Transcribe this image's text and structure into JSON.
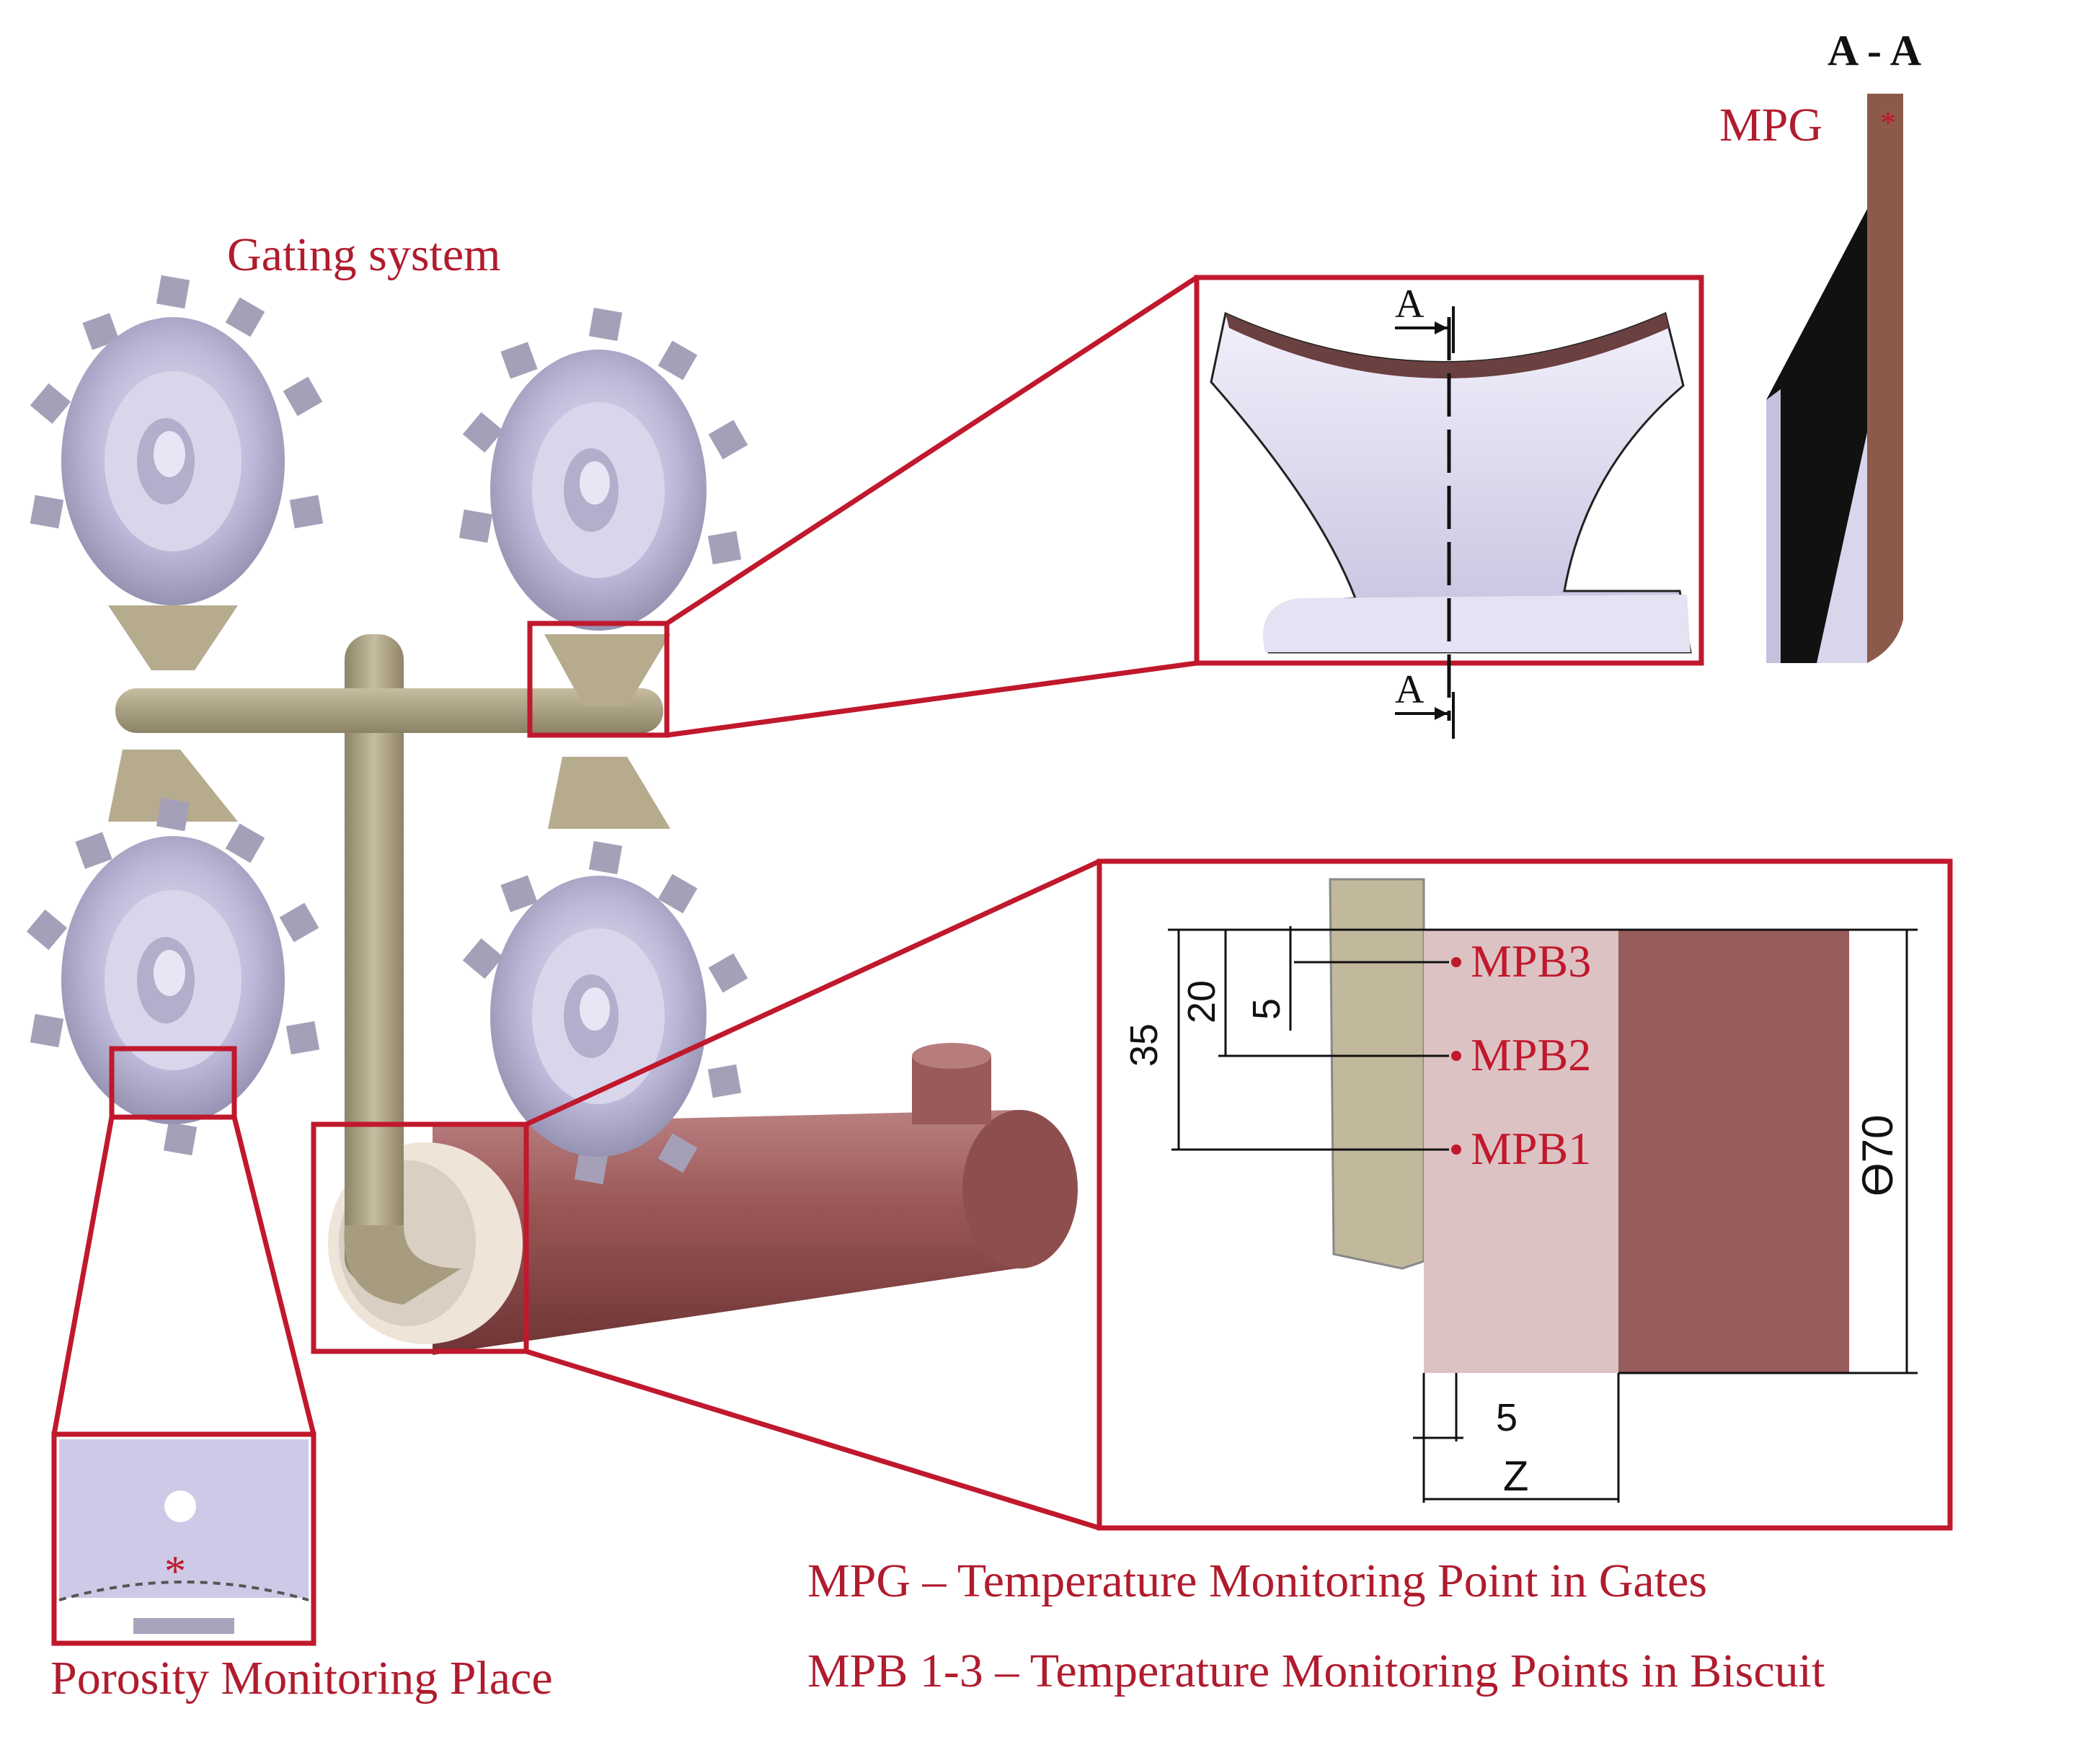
{
  "labels": {
    "gating_system": "Gating system",
    "section": "A - A",
    "mpg": "MPG",
    "cut_marker_top": "A",
    "cut_marker_bottom": "A",
    "porosity": "Porosity Monitoring Place",
    "legend_mpg": "MPG – Temperature Monitoring Point in Gates",
    "legend_mpb": "MPB 1-3 – Temperature Monitoring Points in Biscuit"
  },
  "biscuit_detail": {
    "points": [
      "MPB3",
      "MPB2",
      "MPB1"
    ],
    "dims": {
      "d35": "35",
      "d20": "20",
      "d5_vertical": "5",
      "diameter": "ϴ70",
      "d5_horizontal": "5",
      "z": "Z"
    }
  },
  "colors": {
    "callout_red": "#c0182c",
    "text_red": "#b01c2e",
    "casting_lavender": "#c9c5e2",
    "runner_khaki": "#a89c80",
    "shot_sleeve_brown": "#8c4a4a",
    "biscuit_pink": "#d6b8b8"
  }
}
